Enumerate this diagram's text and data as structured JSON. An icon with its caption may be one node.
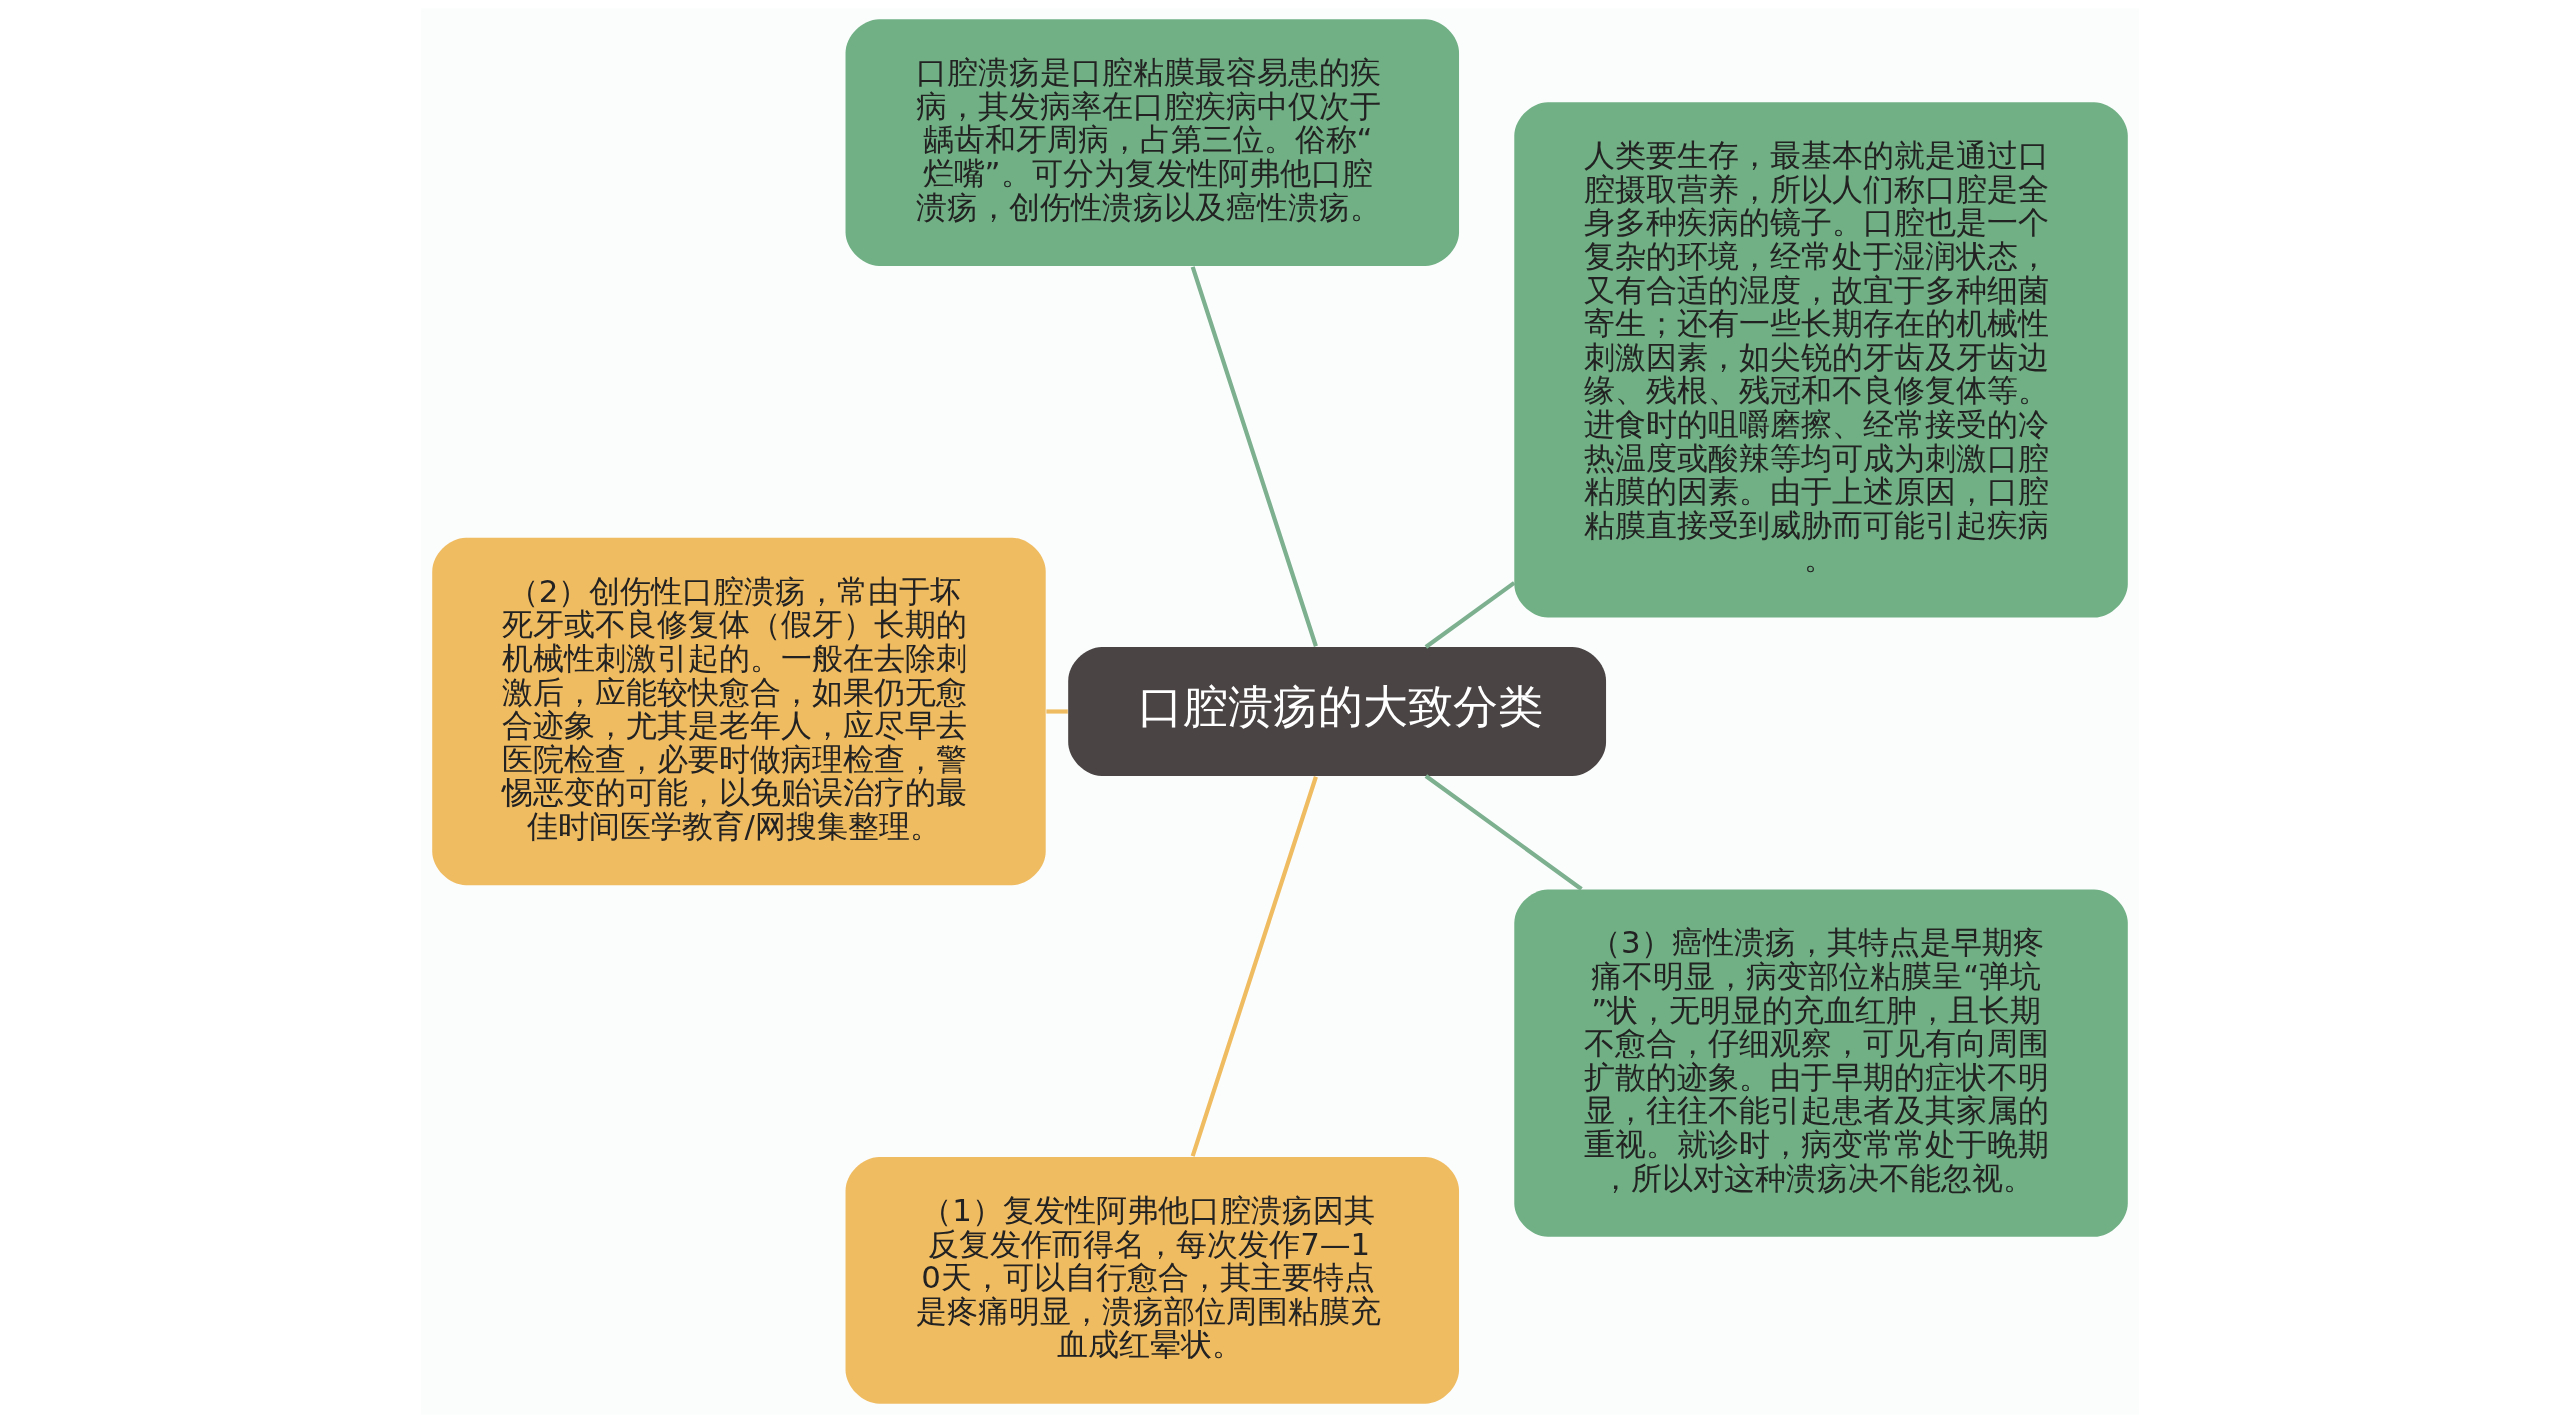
{
  "diagram": {
    "nodes": [
      {
        "text": [
          "口腔溃疡的大致分类"
        ]
      },
      {
        "text": [
          "人类要生存，最基本的就是通过口腔摄取营养，所以人们称口腔是全身多种疾病的镜子。口腔也是一个复杂的环境，经常处于湿润状态，又有合适的湿度，故宜于多种细菌寄生；还有一些长期存在的机械性刺激因素，如尖锐的牙齿及牙齿边缘、残根、残冠和不良修复体等。进食时的咀嚼磨擦、经常接受的冷热温度或酸辣等均可成为刺激口腔粘膜的因素。由于上述原因，口腔粘膜直接受到威胁而可能引起疾病。"
        ]
      },
      {
        "text": [
          "口腔溃疡是口腔粘膜最容易患的疾病，其发病率在口腔疾病中仅次于龋齿和牙周病，占第三位。俗称“烂嘴”。可分为复发性阿弗他口腔溃疡，创伤性溃疡以及癌性溃疡。"
        ]
      },
      {
        "text": [
          "（2）创伤性口腔溃疡，常由于坏死牙或不良修复体（假牙）长期的机械性刺激引起的。一般在去除刺激后，应能较快愈合，如果仍无愈合迹象，尤其是老年人，应尽早去医院检查，必要时做病理检查，警惕恶变的可能，以免贻误治疗的最佳时间医学教育/网搜集整理。"
        ]
      },
      {
        "text": [
          "（1）复发性阿弗他口腔溃疡因其反复发作而得名，每次发作7—10天，可以自行愈合，其主要特点是疼痛明显，溃疡部位周围粘膜充血成红晕状。"
        ]
      },
      {
        "text": [
          "（3）癌性溃疡，其特点是早期疼痛不明显，病变部位粘膜呈“弹坑”状，无明显的充血红肿，且长期不愈合，仔细观察，可见有向周围扩散的迹象。由于早期的症状不明显，往往不能引起患者及其家属的重视。就诊时，病变常常处于晚期，所以对这种溃疡决不能忽视。"
        ]
      }
    ],
    "edges": [
      {
        "from": 0,
        "to": 1,
        "arrow": "none"
      },
      {
        "from": 0,
        "to": 2,
        "arrow": "none"
      },
      {
        "from": 0,
        "to": 3,
        "arrow": "none",
        "color": "#f0bc62"
      },
      {
        "from": 0,
        "to": 4,
        "arrow": "none",
        "color": "#f0bc62"
      },
      {
        "from": 0,
        "to": 5,
        "arrow": "none"
      }
    ]
  }
}
